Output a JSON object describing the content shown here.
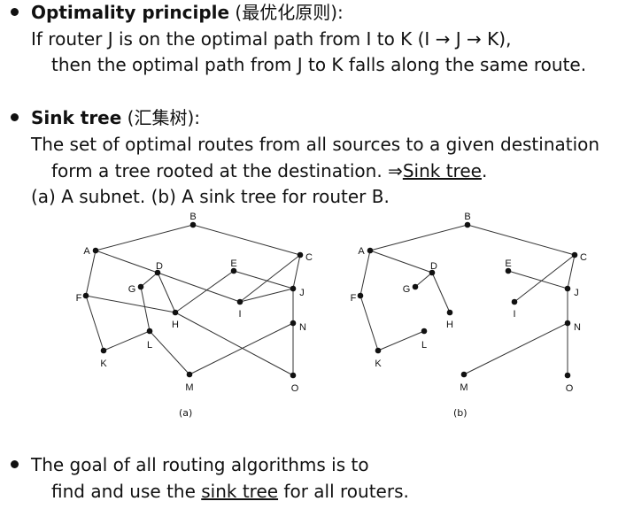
{
  "bullet1": {
    "title": "Optimality principle",
    "title_cn": " (最优化原则):",
    "line1": "If router J is on the optimal path from I to K (I → J → K),",
    "line2": "then the optimal path from J to K falls along the same route."
  },
  "bullet2": {
    "title": "Sink tree",
    "title_cn": " (汇集树):",
    "line1": "The set of optimal routes from all sources to a given destination",
    "line2a": "form a tree rooted at the destination. ⇒",
    "line2b": "Sink tree",
    "line2c": ".",
    "line3": "(a) A subnet. (b) A sink tree for router B."
  },
  "figure": {
    "caption_a": "(a)",
    "caption_b": "(b)",
    "nodes": [
      "A",
      "B",
      "C",
      "D",
      "E",
      "F",
      "G",
      "H",
      "I",
      "J",
      "K",
      "L",
      "M",
      "N",
      "O"
    ],
    "edges_a": [
      [
        "A",
        "B"
      ],
      [
        "B",
        "C"
      ],
      [
        "A",
        "F"
      ],
      [
        "A",
        "D"
      ],
      [
        "D",
        "I"
      ],
      [
        "D",
        "G"
      ],
      [
        "D",
        "H"
      ],
      [
        "F",
        "H"
      ],
      [
        "H",
        "E"
      ],
      [
        "H",
        "O"
      ],
      [
        "E",
        "J"
      ],
      [
        "C",
        "I"
      ],
      [
        "C",
        "J"
      ],
      [
        "I",
        "J"
      ],
      [
        "J",
        "N"
      ],
      [
        "N",
        "O"
      ],
      [
        "N",
        "M"
      ],
      [
        "G",
        "L"
      ],
      [
        "L",
        "K"
      ],
      [
        "F",
        "K"
      ],
      [
        "L",
        "M"
      ]
    ],
    "edges_b": [
      [
        "A",
        "B"
      ],
      [
        "B",
        "C"
      ],
      [
        "A",
        "D"
      ],
      [
        "D",
        "G"
      ],
      [
        "D",
        "H"
      ],
      [
        "A",
        "F"
      ],
      [
        "F",
        "K"
      ],
      [
        "K",
        "L"
      ],
      [
        "C",
        "I"
      ],
      [
        "C",
        "J"
      ],
      [
        "E",
        "J"
      ],
      [
        "J",
        "N"
      ],
      [
        "N",
        "M"
      ],
      [
        "N",
        "O"
      ]
    ]
  },
  "bullet3": {
    "line1": "The goal of all routing algorithms is to",
    "line2a": "find and use the ",
    "line2b": "sink tree",
    "line2c": " for all routers."
  }
}
